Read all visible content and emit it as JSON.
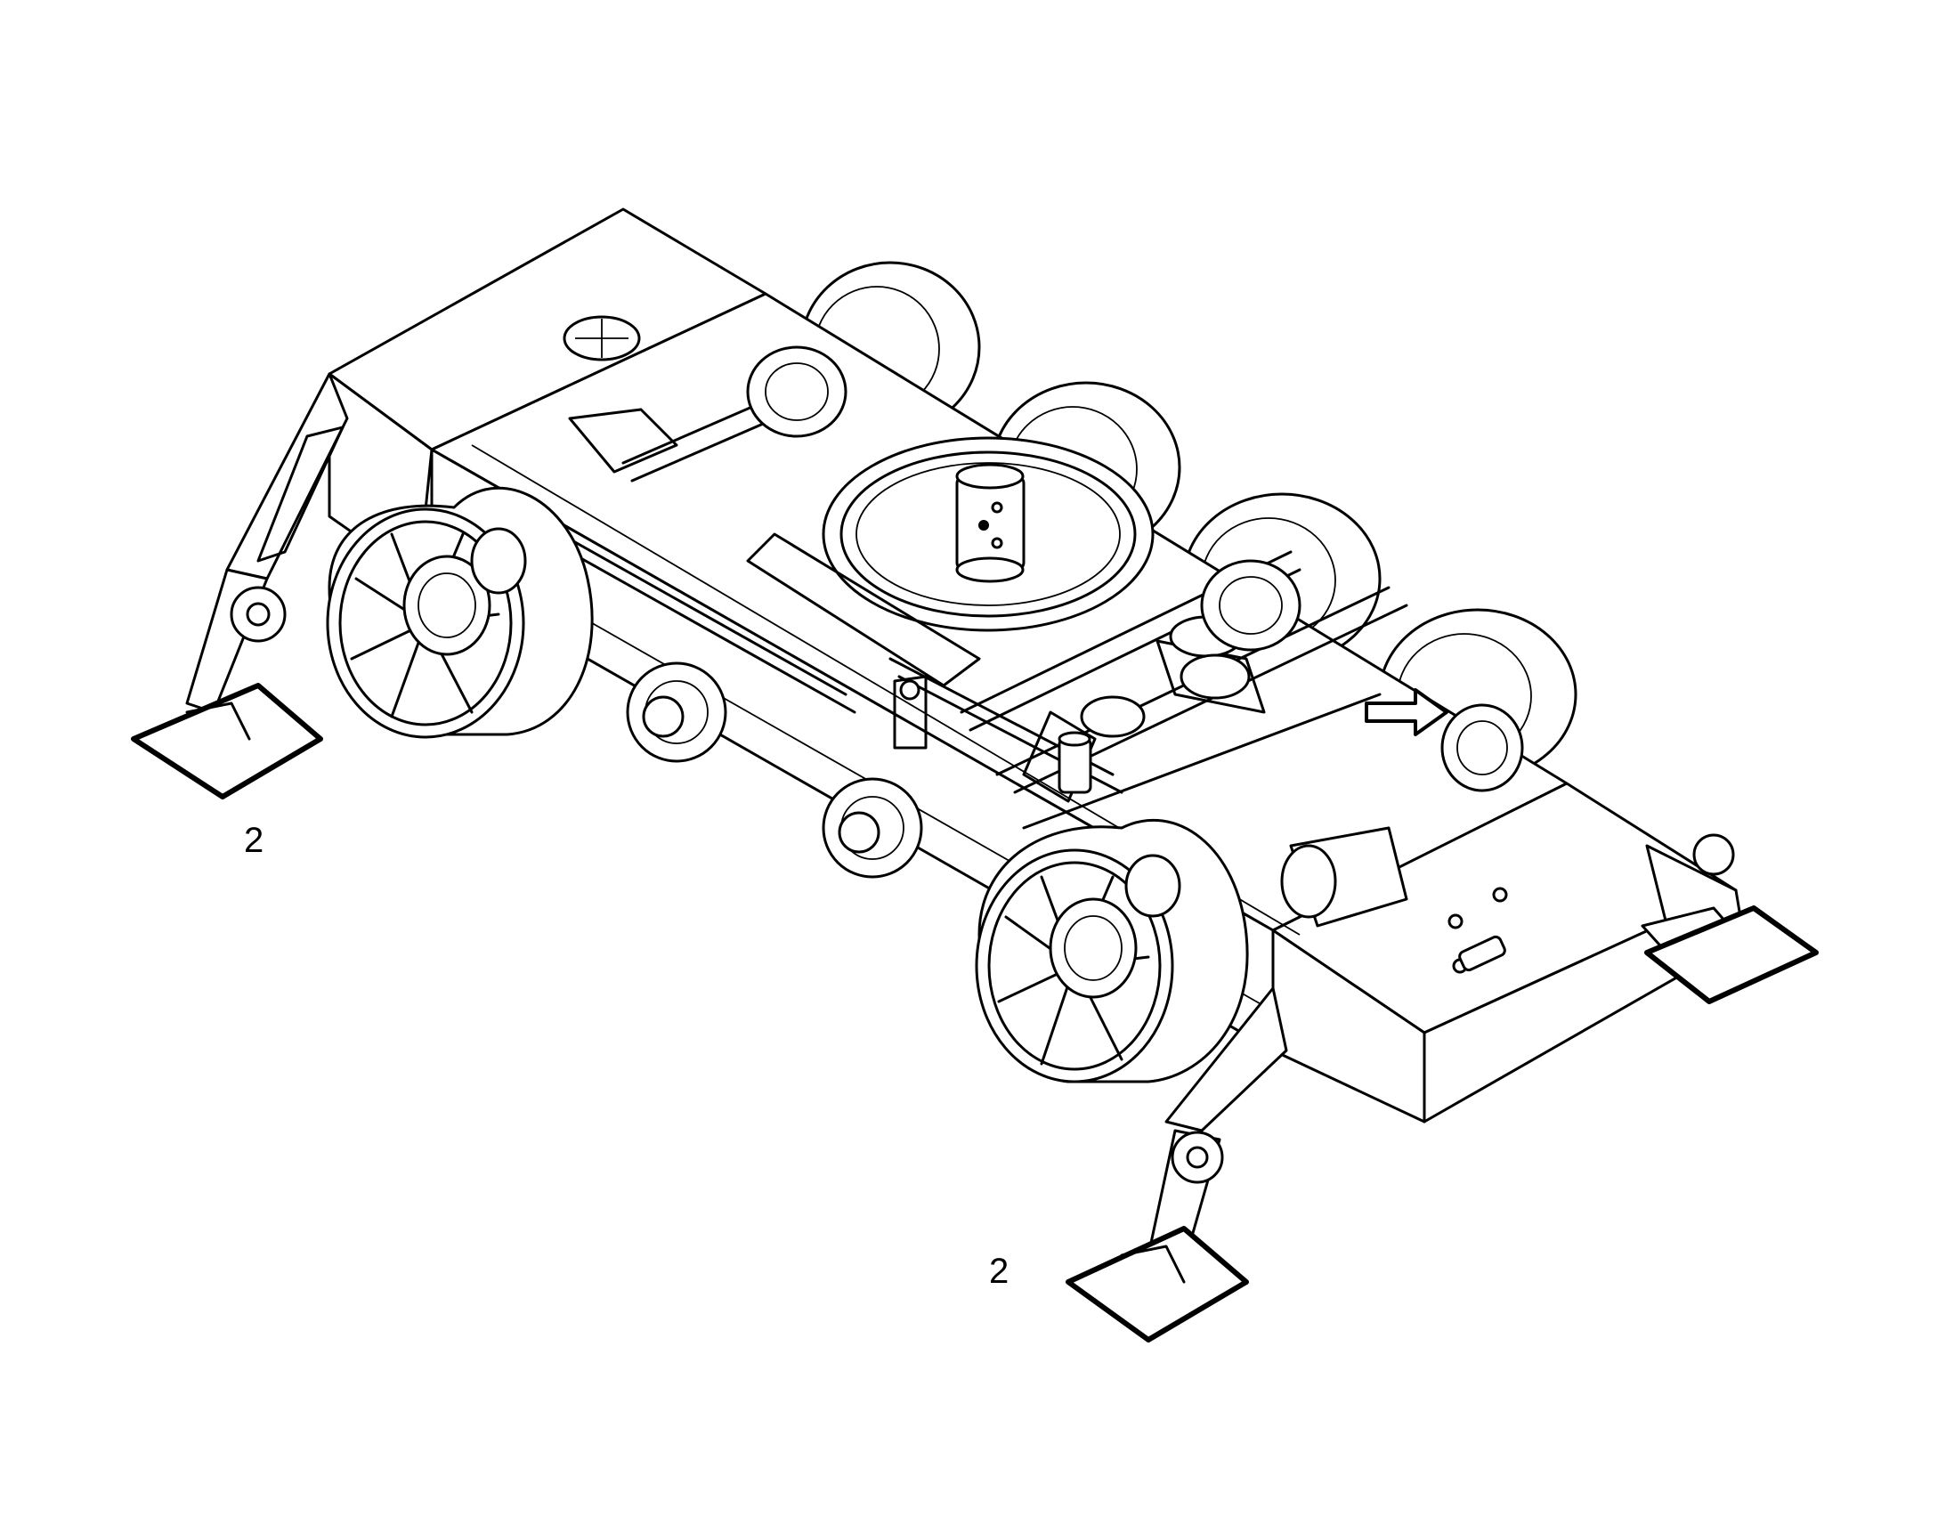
{
  "callouts": [
    {
      "id": "left-outrigger-pad",
      "label": "2"
    },
    {
      "id": "right-outrigger-pad",
      "label": "2"
    }
  ]
}
